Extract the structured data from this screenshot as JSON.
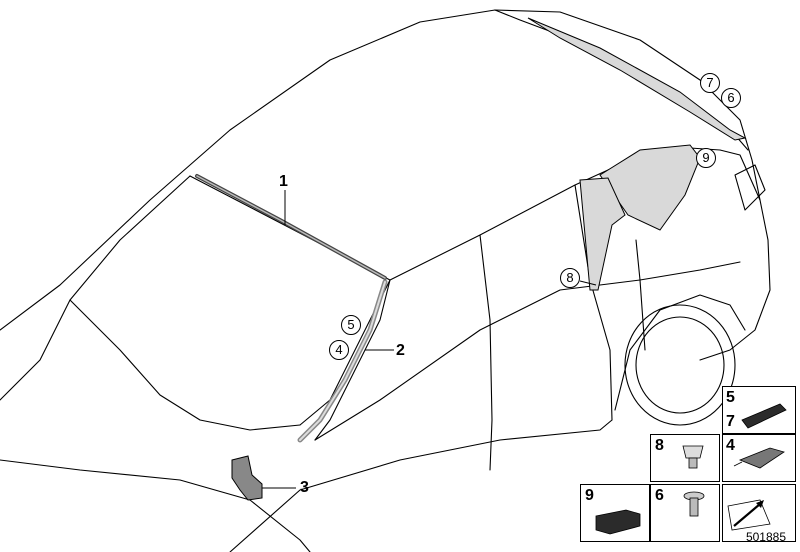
{
  "callouts": {
    "c1": "1",
    "c2": "2",
    "c3": "3",
    "c4": "4",
    "c5": "5",
    "c6": "6",
    "c7": "7",
    "c8": "8",
    "c9": "9"
  },
  "legend": {
    "box_57_top": "5",
    "box_57_bottom": "7",
    "box_8": "8",
    "box_4": "4",
    "box_9": "9",
    "box_6": "6"
  },
  "diagram_id": "501885",
  "colors": {
    "line": "#000000",
    "glass_fill": "#d9d9d9",
    "part_dark": "#2b2b2b"
  }
}
